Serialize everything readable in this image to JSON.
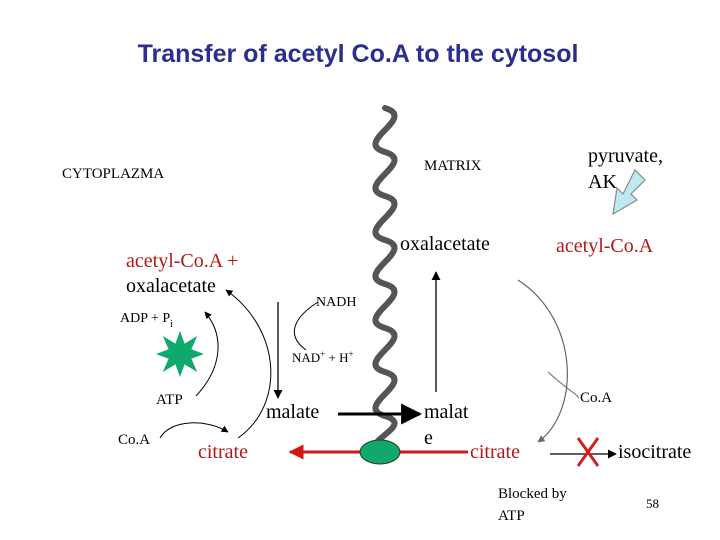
{
  "title": "Transfer of acetyl Co.A to the cytosol",
  "labels": {
    "cytoplazma": "CYTOPLAZMA",
    "matrix": "MATRIX",
    "pyruvate_line1": "pyruvate,",
    "pyruvate_line2": "AK",
    "oxalacetate": "oxalacetate",
    "acetyl_coa_matrix": "acetyl-Co.A",
    "acetyl_coa_cyto_line1": "acetyl-Co.A +",
    "acetyl_coa_cyto_line2": "oxalacetate",
    "nadh": "NADH",
    "adp_pi": "ADP + P",
    "adp_pi_subscript": "i",
    "nad": "NAD",
    "nad_sup": "+",
    "nad_rest": " + H",
    "h_sup": "+",
    "atp": "ATP",
    "coa_left": "Co.A",
    "citrate_left": "citrate",
    "malate_left": "malate",
    "malat_right_line1": "malat",
    "malat_right_line2": "e",
    "citrate_right": "citrate",
    "coa_right": "Co.A",
    "isocitrate": "isocitrate",
    "blocked_line1": "Blocked by",
    "blocked_line2": "ATP",
    "page_number": "58"
  },
  "colors": {
    "title": "#2a2f8f",
    "red_text": "#b01818",
    "red_arrow": "#d41515",
    "membrane": "#555555",
    "star_fill": "#10a86b",
    "transporter_fill": "#10a86b",
    "block_x": "#d02020",
    "input_arrow": "#bfe8f5"
  }
}
